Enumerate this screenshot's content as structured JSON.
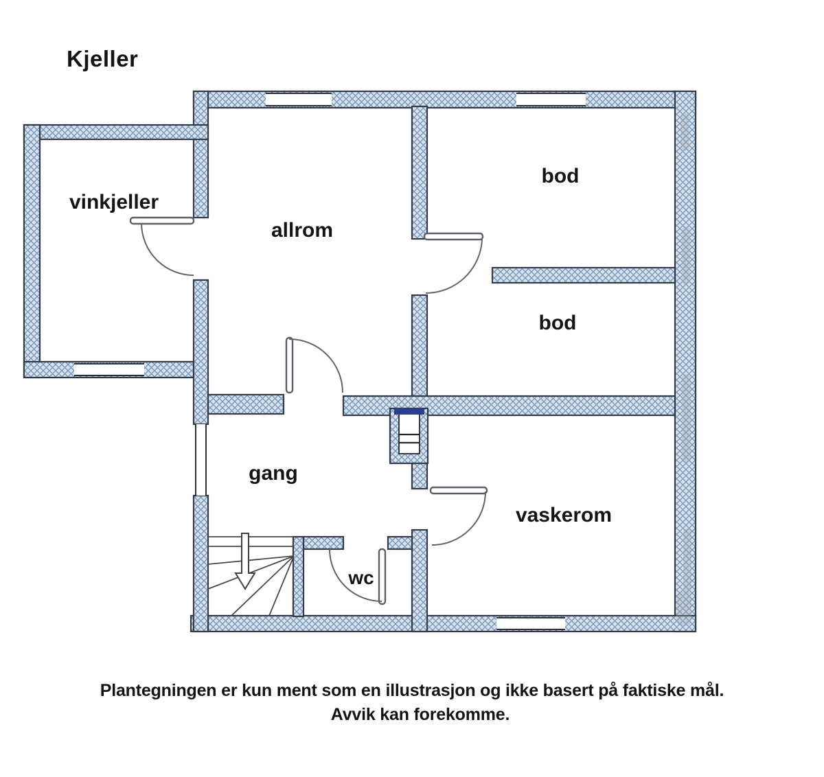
{
  "title": "Kjeller",
  "rooms": {
    "vinkjeller": "vinkjeller",
    "allrom": "allrom",
    "bod_upper": "bod",
    "bod_lower": "bod",
    "gang": "gang",
    "vaskerom": "vaskerom",
    "wc": "wc"
  },
  "disclaimer": {
    "line1": "Plantegningen er kun ment som en illustrasjon og ikke basert på faktiske mål.",
    "line2": "Avvik kan forekomme."
  },
  "colors": {
    "background": "#ffffff",
    "wall_fill": "#d7e4f0",
    "hatch_line": "#6f8fb5",
    "wall_border": "#343a45",
    "chimney_band": "#2a3f8f",
    "door_line": "#606468",
    "text": "#141414"
  }
}
